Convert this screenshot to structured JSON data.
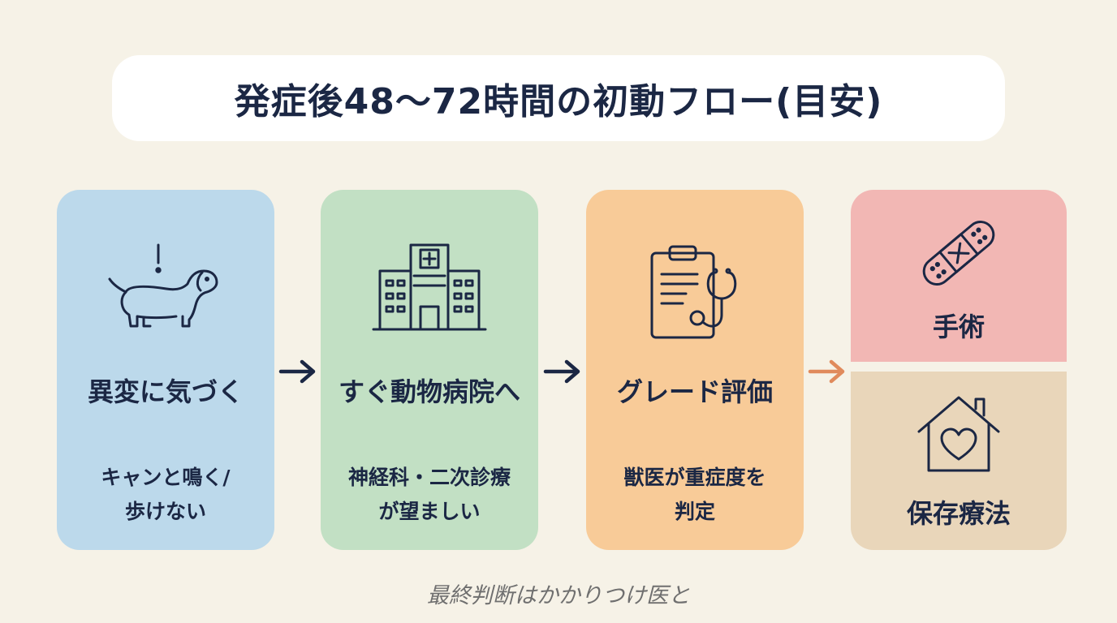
{
  "title": "発症後48〜72時間の初動フロー(目安)",
  "steps": [
    {
      "heading": "異変に気づく",
      "sub_lines": [
        "キャンと鳴く/",
        "歩けない"
      ],
      "icon": "dachshund-alert-icon",
      "color": "#bcd9eb"
    },
    {
      "heading": "すぐ動物病院へ",
      "sub_lines": [
        "神経科・二次診療",
        "が望ましい"
      ],
      "icon": "hospital-icon",
      "color": "#c2e0c4"
    },
    {
      "heading": "グレード評価",
      "sub_lines": [
        "獣医が重症度を",
        "判定"
      ],
      "icon": "clipboard-stethoscope-icon",
      "color": "#f8cb98"
    }
  ],
  "outcomes": [
    {
      "label": "手術",
      "icon": "bandage-icon",
      "color": "#f2b7b4"
    },
    {
      "label": "保存療法",
      "icon": "house-heart-icon",
      "color": "#e9d6ba"
    }
  ],
  "arrow_colors": {
    "steps": "#1b2744",
    "branch": "#e08a5c"
  },
  "footer": "最終判断はかかりつけ医と"
}
